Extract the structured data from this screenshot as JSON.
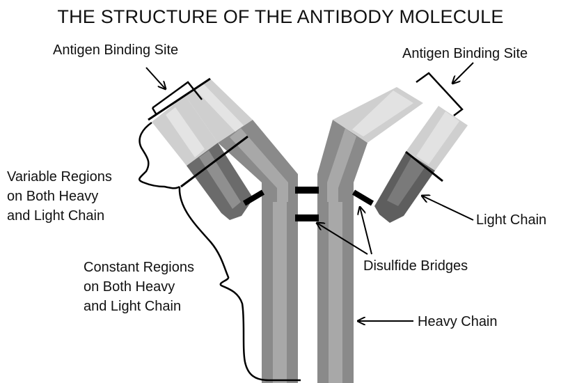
{
  "title": "THE STRUCTURE OF THE ANTIBODY MOLECULE",
  "labels": {
    "antigen_binding_left": "Antigen Binding Site",
    "antigen_binding_right": "Antigen Binding Site",
    "variable_regions": [
      "Variable Regions",
      "on Both Heavy",
      "and Light Chain"
    ],
    "constant_regions": [
      "Constant Regions",
      "on Both Heavy",
      "and Light Chain"
    ],
    "light_chain": "Light Chain",
    "disulfide_bridges": "Disulfide Bridges",
    "heavy_chain": "Heavy Chain"
  },
  "colors": {
    "background": "#ffffff",
    "outline": "#000000",
    "heavy_dark": "#8a8a8a",
    "heavy_mid": "#a3a3a3",
    "heavy_light": "#bdbdbd",
    "variable_pale": "#d2d2d2",
    "variable_pale_highlight": "#e6e6e6",
    "light_variable_dark": "#5a5a5a",
    "light_constant_dark": "#6e6e6e",
    "light_constant_highlight": "#9a9a9a"
  }
}
